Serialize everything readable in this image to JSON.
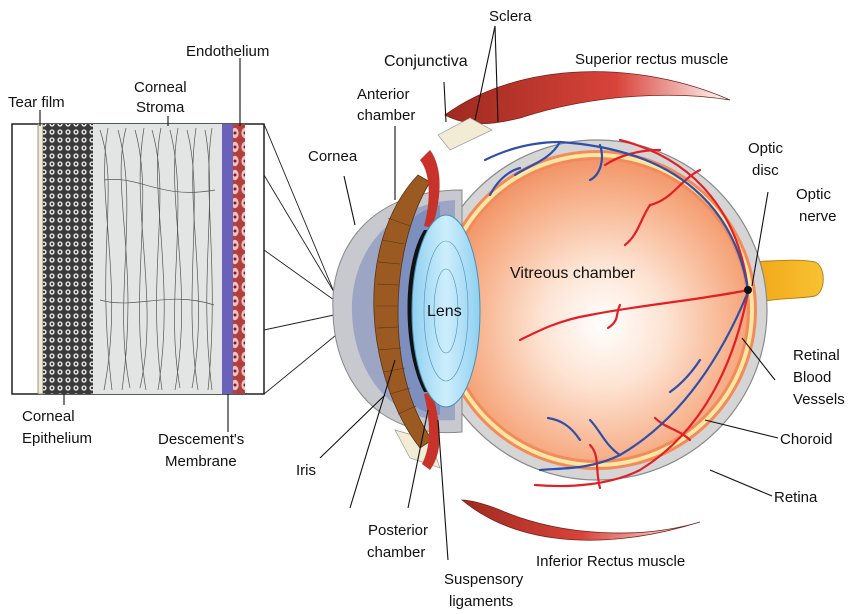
{
  "colors": {
    "background": "#ffffff",
    "sclera": "#d9d9d9",
    "vitreous": "#f4a37a",
    "retina": "#ffe9a8",
    "artery": "#e21f26",
    "vein": "#2f4fa8",
    "lens": "#a9dcf5",
    "iris": "#9a5a22",
    "muscle": "#c0392b",
    "optic_nerve": "#f5b21a",
    "endothelium": "#8a82c8"
  },
  "labels": {
    "tear_film": "Tear film",
    "corneal_stroma": [
      "Corneal",
      "Stroma"
    ],
    "endothelium": "Endothelium",
    "corneal_epithelium": [
      "Corneal",
      "Epithelium"
    ],
    "descemets_membrane": [
      "Descement's",
      "Membrane"
    ],
    "sclera": "Sclera",
    "conjunctiva": "Conjunctiva",
    "superior_rectus": "Superior rectus muscle",
    "anterior_chamber": [
      "Anterior",
      "chamber"
    ],
    "cornea": "Cornea",
    "optic_disc": [
      "Optic",
      "disc"
    ],
    "optic_nerve": [
      "Optic",
      "nerve"
    ],
    "vitreous_chamber": "Vitreous chamber",
    "lens": "Lens",
    "retinal_blood_vessels": [
      "Retinal",
      "Blood",
      "Vessels"
    ],
    "choroid": "Choroid",
    "iris": "Iris",
    "retina": "Retina",
    "posterior_chamber": [
      "Posterior",
      "chamber"
    ],
    "inferior_rectus": "Inferior Rectus muscle",
    "suspensory_ligaments": [
      "Suspensory",
      "ligaments"
    ]
  }
}
